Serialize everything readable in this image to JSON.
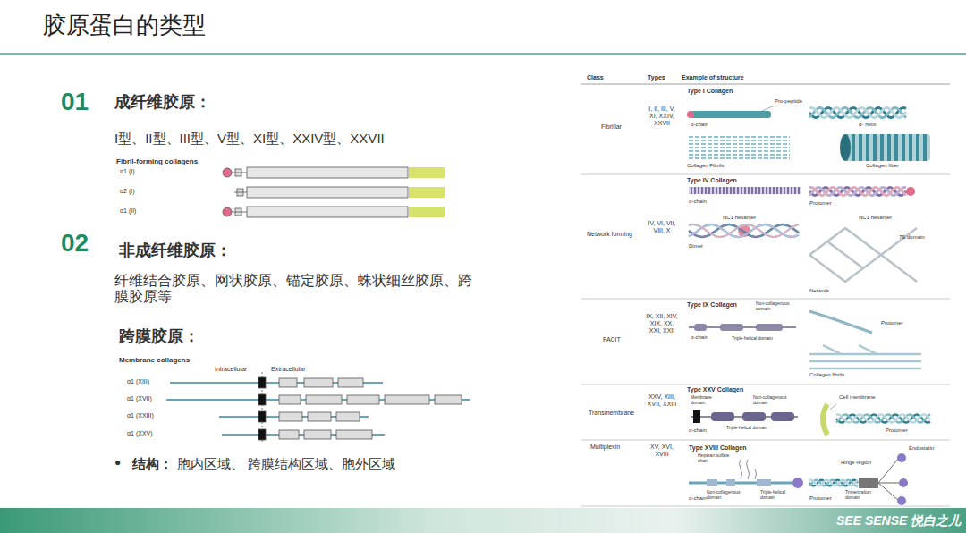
{
  "diagram": {
    "title": "胶原蛋白的类型",
    "labels": [
      "01",
      "成纤维胶原：",
      "I型、II型、III型、V型、XI型、XXIV型、XXVII",
      "Fibril-forming collagens",
      "α1 (I)",
      "α2 (I)",
      "α1 (II)",
      "02",
      "非成纤维胶原：",
      "纤维结合胶原、网状胶原、锚定胶原、蛛状细丝胶原、跨膜胶原等",
      "跨膜胶原：",
      "Membrane collagens",
      "Intracellular",
      "Extracellular",
      "α1 (XIII)",
      "α1 (XVII)",
      "α1 (XXIII)",
      "α1 (XXV)",
      "●",
      "结构：",
      "胞内区域、 跨膜结构区域、胞外区域",
      "Class",
      "Types",
      "Example of structure",
      "Fibrillar",
      "I, II, III, V, XI, XXIV, XXVII",
      "Type I Collagen",
      "Pro-peptide",
      "α-chain",
      "α- helix",
      "Collagen Fibrils",
      "Collagen fiber",
      "Network forming",
      "IV, VI, VII, VIII, X",
      "Type IV Collagen",
      "α-chain",
      "Protomer",
      "NC1 hexamer",
      "Dimer",
      "NC1 hexamer",
      "7S domain",
      "Network",
      "FACIT",
      "IX, XII, XIV, XIX, XX, XXI, XXII",
      "Type IX Collagen",
      "Non-collagenous domain",
      "α-chain",
      "Triple-helical domain",
      "Protomer",
      "Collagen fibrils",
      "Transmembrane",
      "XXV, XIII, XVII, XXIII",
      "Type XXV Collagen",
      "Membrane domain",
      "Non-collagenous domain",
      "Triple-helical domain",
      "α-chain",
      "Cell membrane",
      "Protomer",
      "Multiplexin",
      "XV, XVI, XVIII",
      "Type XVIII Collagen",
      "Heparan sulfate chain",
      "Non-collagenous domain",
      "Triple-helical domain",
      "α-chain",
      "Hinge region",
      "Endostatin",
      "Trimerization domain",
      "Protomer",
      "SEE SENSE 悦白之儿"
    ]
  }
}
